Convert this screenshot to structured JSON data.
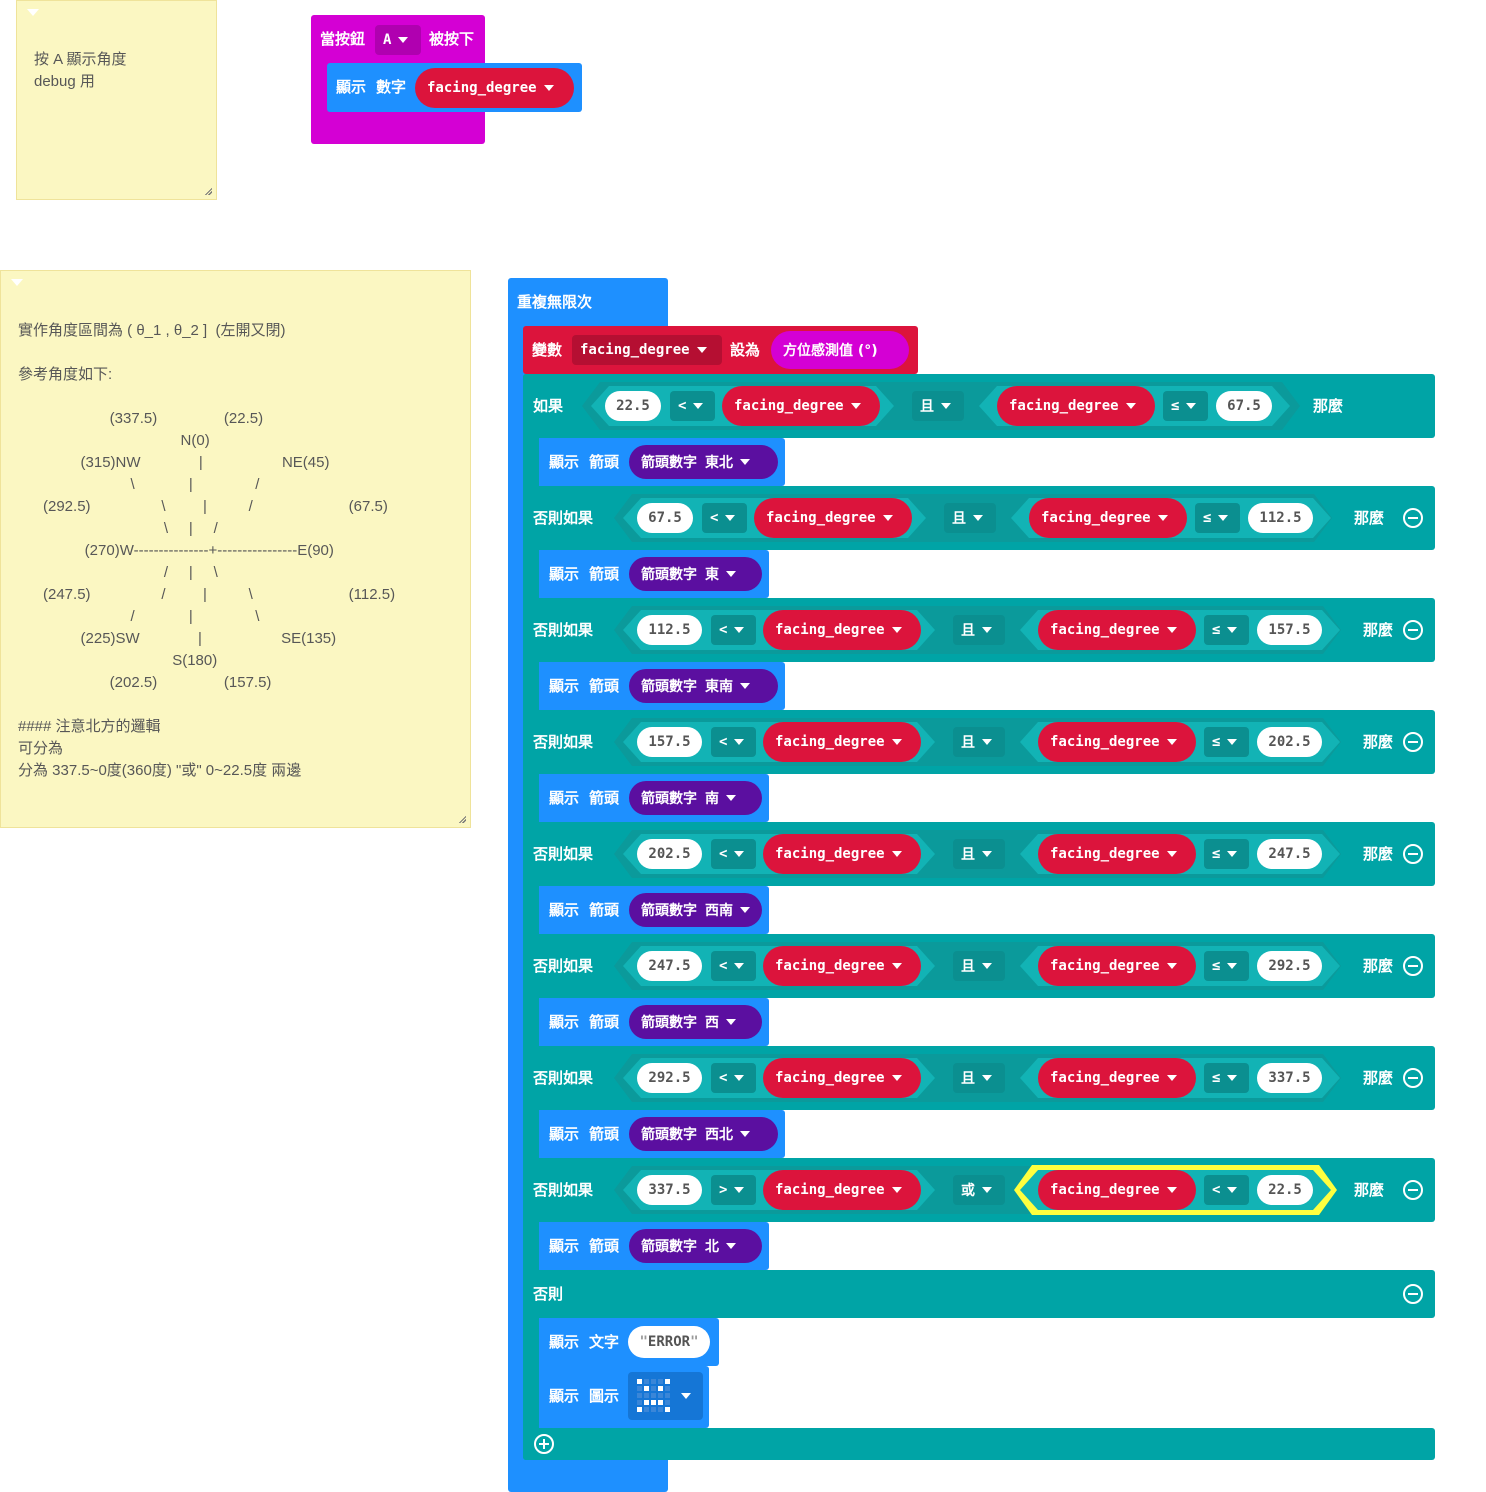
{
  "notes": {
    "debug": "按 A 顯示角度\ndebug 用",
    "compass": "實作角度區間為 ( θ_1 , θ_2 ]  (左開又閉)\n\n參考角度如下:\n\n                      (337.5)                (22.5)\n                                       N(0)\n               (315)NW              |                   NE(45)\n                           \\             |               /\n      (292.5)                 \\         |          /                       (67.5)\n                                   \\     |     /\n                (270)W---------------+----------------E(90)\n                                   /     |     \\\n      (247.5)                 /         |          \\                       (112.5)\n                           /             |               \\\n               (225)SW              |                   SE(135)\n                                     S(180)\n                      (202.5)                (157.5)\n\n#### 注意北方的邏輯\n可分為\n分為 337.5~0度(360度) \"或\" 0~22.5度 兩邊"
  },
  "event_block": {
    "label": "當按鈕",
    "button": "A",
    "suffix": "被按下",
    "show_label": "顯示",
    "number_label": "數字",
    "variable": "facing_degree"
  },
  "forever": {
    "label": "重複無限次",
    "set_label": "變數",
    "set_var": "facing_degree",
    "set_to": "設為",
    "compass_reading": "方位感測值 (°)",
    "if_label": "如果",
    "elseif_label": "否則如果",
    "then_label": "那麼",
    "else_label": "否則",
    "show_label": "顯示",
    "arrow_label": "箭頭",
    "arrow_number_label": "箭頭數字",
    "text_label": "文字",
    "icon_label": "圖示",
    "error_text": "ERROR"
  },
  "branches": [
    {
      "lo": "22.5",
      "op1": "<",
      "var1": "facing_degree",
      "logic": "且",
      "var2": "facing_degree",
      "op2": "≤",
      "hi": "67.5",
      "arrow": "東北"
    },
    {
      "lo": "67.5",
      "op1": "<",
      "var1": "facing_degree",
      "logic": "且",
      "var2": "facing_degree",
      "op2": "≤",
      "hi": "112.5",
      "arrow": "東"
    },
    {
      "lo": "112.5",
      "op1": "<",
      "var1": "facing_degree",
      "logic": "且",
      "var2": "facing_degree",
      "op2": "≤",
      "hi": "157.5",
      "arrow": "東南"
    },
    {
      "lo": "157.5",
      "op1": "<",
      "var1": "facing_degree",
      "logic": "且",
      "var2": "facing_degree",
      "op2": "≤",
      "hi": "202.5",
      "arrow": "南"
    },
    {
      "lo": "202.5",
      "op1": "<",
      "var1": "facing_degree",
      "logic": "且",
      "var2": "facing_degree",
      "op2": "≤",
      "hi": "247.5",
      "arrow": "西南"
    },
    {
      "lo": "247.5",
      "op1": "<",
      "var1": "facing_degree",
      "logic": "且",
      "var2": "facing_degree",
      "op2": "≤",
      "hi": "292.5",
      "arrow": "西"
    },
    {
      "lo": "292.5",
      "op1": "<",
      "var1": "facing_degree",
      "logic": "且",
      "var2": "facing_degree",
      "op2": "≤",
      "hi": "337.5",
      "arrow": "西北"
    },
    {
      "lo": "337.5",
      "op1": ">",
      "var1": "facing_degree",
      "logic": "或",
      "var2": "facing_degree",
      "op2": "<",
      "hi": "22.5",
      "arrow": "北"
    }
  ],
  "colors": {
    "logic": "#00a4a6",
    "basic": "#1e90ff",
    "variable": "#dc143c",
    "arrow_value": "#5b0fa0",
    "input": "#d400d4",
    "note": "#fbf7c2",
    "highlight": "#ffff3f"
  }
}
